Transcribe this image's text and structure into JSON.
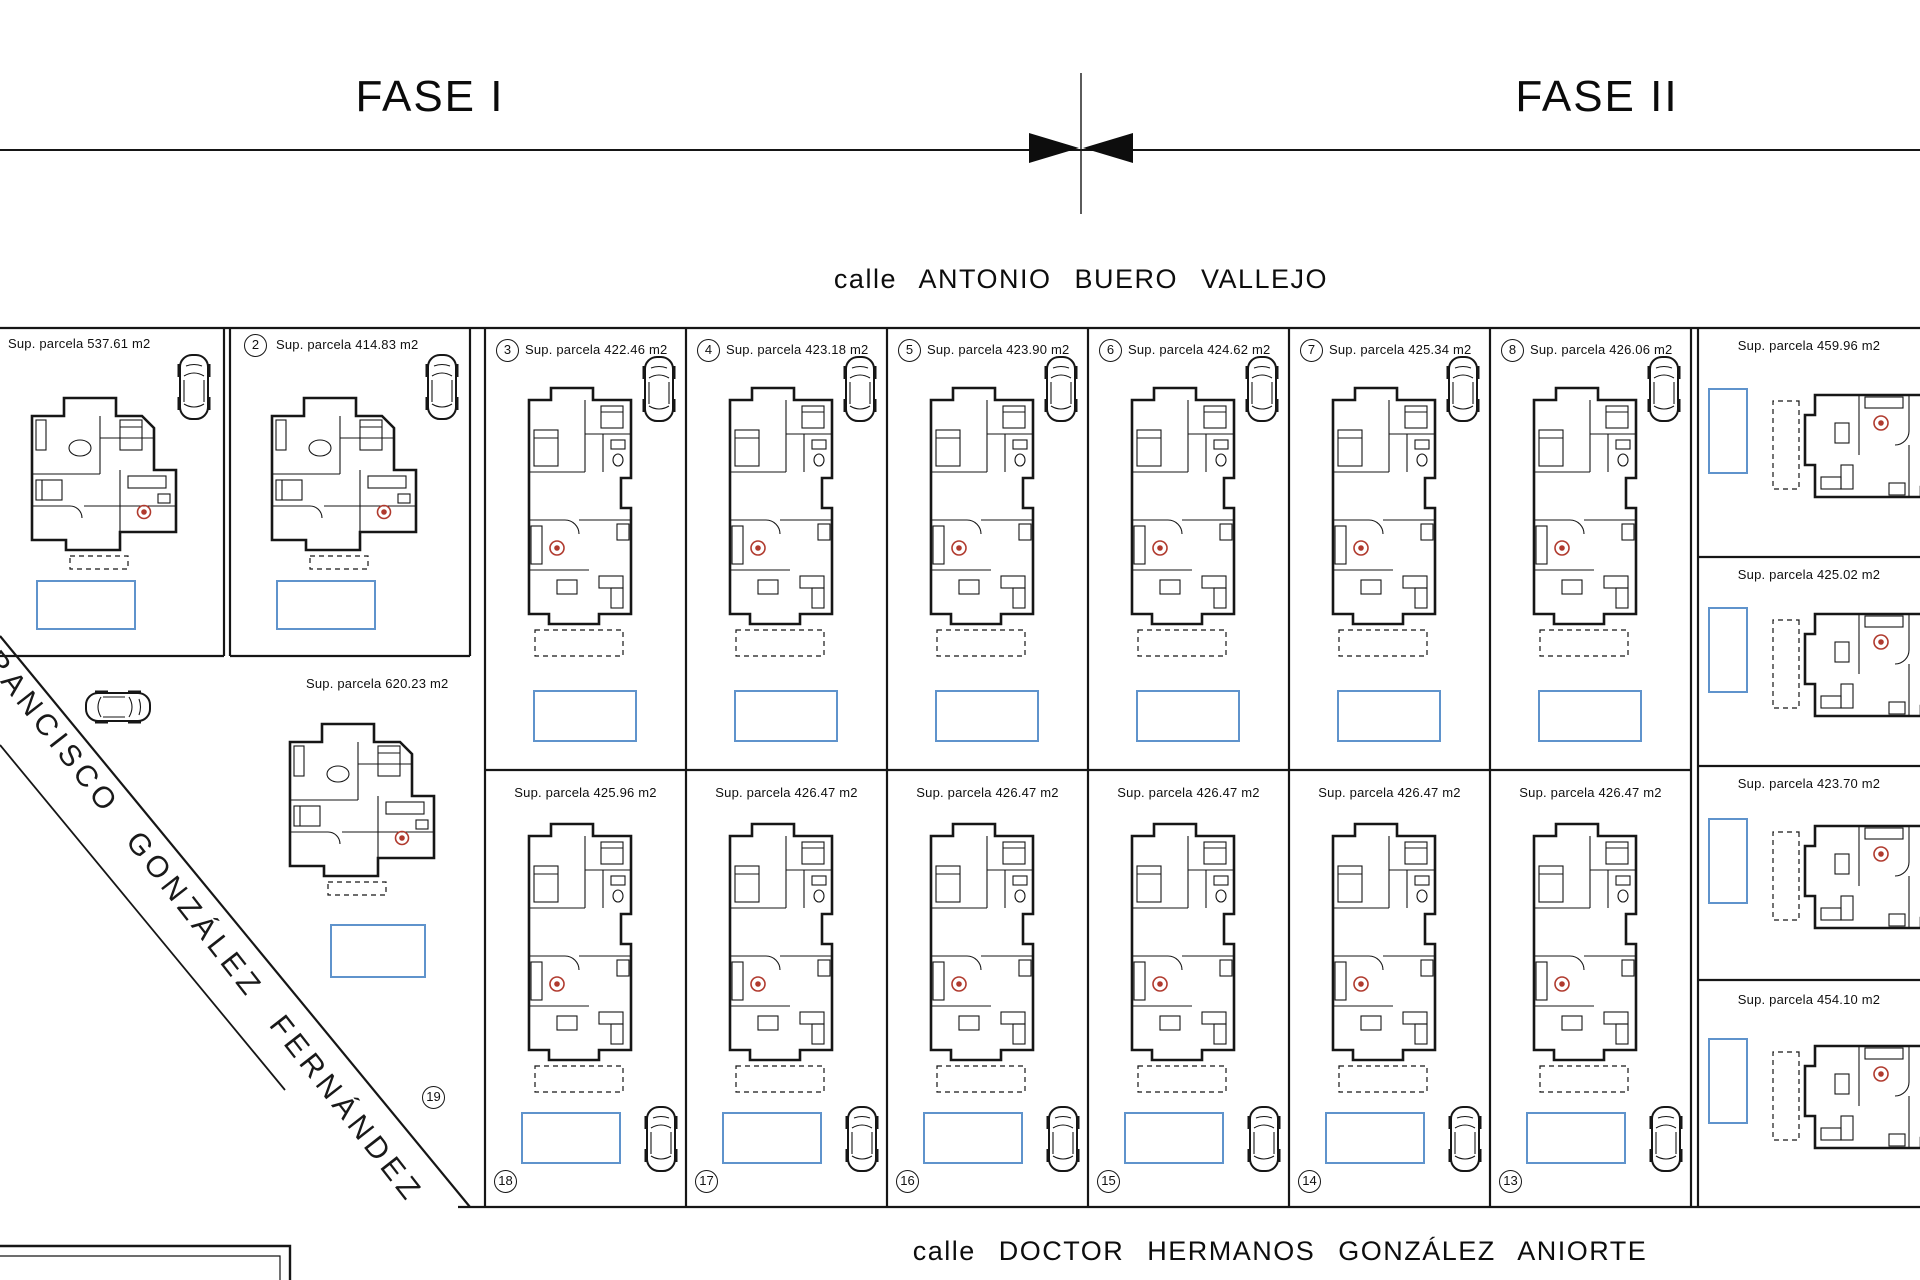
{
  "palette": {
    "line": "#161616",
    "pool_blue": "#5f93cc",
    "accent_red": "#b03a2e"
  },
  "phase_labels": {
    "left": "FASE I",
    "right": "FASE II"
  },
  "streets": {
    "top": "calle ANTONIO BUERO VALLEJO",
    "bottom": "calle DOCTOR HERMANOS GONZÁLEZ ANIORTE",
    "diagonal": "FRANCISCO GONZÁLEZ FERNÁNDEZ"
  },
  "area_label_prefix": "Sup. parcela",
  "parcels": [
    {
      "id": "p1",
      "number": "",
      "area": "Sup. parcela 537.61 m2"
    },
    {
      "id": "p2",
      "number": "2",
      "area": "Sup. parcela 414.83 m2"
    },
    {
      "id": "p3",
      "number": "3",
      "area": "Sup. parcela 422.46 m2"
    },
    {
      "id": "p4",
      "number": "4",
      "area": "Sup. parcela 423.18 m2"
    },
    {
      "id": "p5",
      "number": "5",
      "area": "Sup. parcela 423.90 m2"
    },
    {
      "id": "p6",
      "number": "6",
      "area": "Sup. parcela 424.62 m2"
    },
    {
      "id": "p7",
      "number": "7",
      "area": "Sup. parcela 425.34 m2"
    },
    {
      "id": "p8",
      "number": "8",
      "area": "Sup. parcela 426.06 m2"
    },
    {
      "id": "p18",
      "number": "18",
      "area": "Sup. parcela 425.96 m2"
    },
    {
      "id": "p17",
      "number": "17",
      "area": "Sup. parcela 426.47 m2"
    },
    {
      "id": "p16",
      "number": "16",
      "area": "Sup. parcela 426.47 m2"
    },
    {
      "id": "p15",
      "number": "15",
      "area": "Sup. parcela 426.47 m2"
    },
    {
      "id": "p14",
      "number": "14",
      "area": "Sup. parcela 426.47 m2"
    },
    {
      "id": "p13",
      "number": "13",
      "area": "Sup. parcela 426.47 m2"
    },
    {
      "id": "p19",
      "number": "19",
      "area": "Sup. parcela 620.23 m2"
    },
    {
      "id": "pr1",
      "number": "",
      "area": "Sup. parcela 459.96 m2"
    },
    {
      "id": "pr2",
      "number": "",
      "area": "Sup. parcela 425.02 m2"
    },
    {
      "id": "pr3",
      "number": "",
      "area": "Sup. parcela 423.70 m2"
    },
    {
      "id": "pr4",
      "number": "",
      "area": "Sup. parcela 454.10 m2"
    }
  ]
}
